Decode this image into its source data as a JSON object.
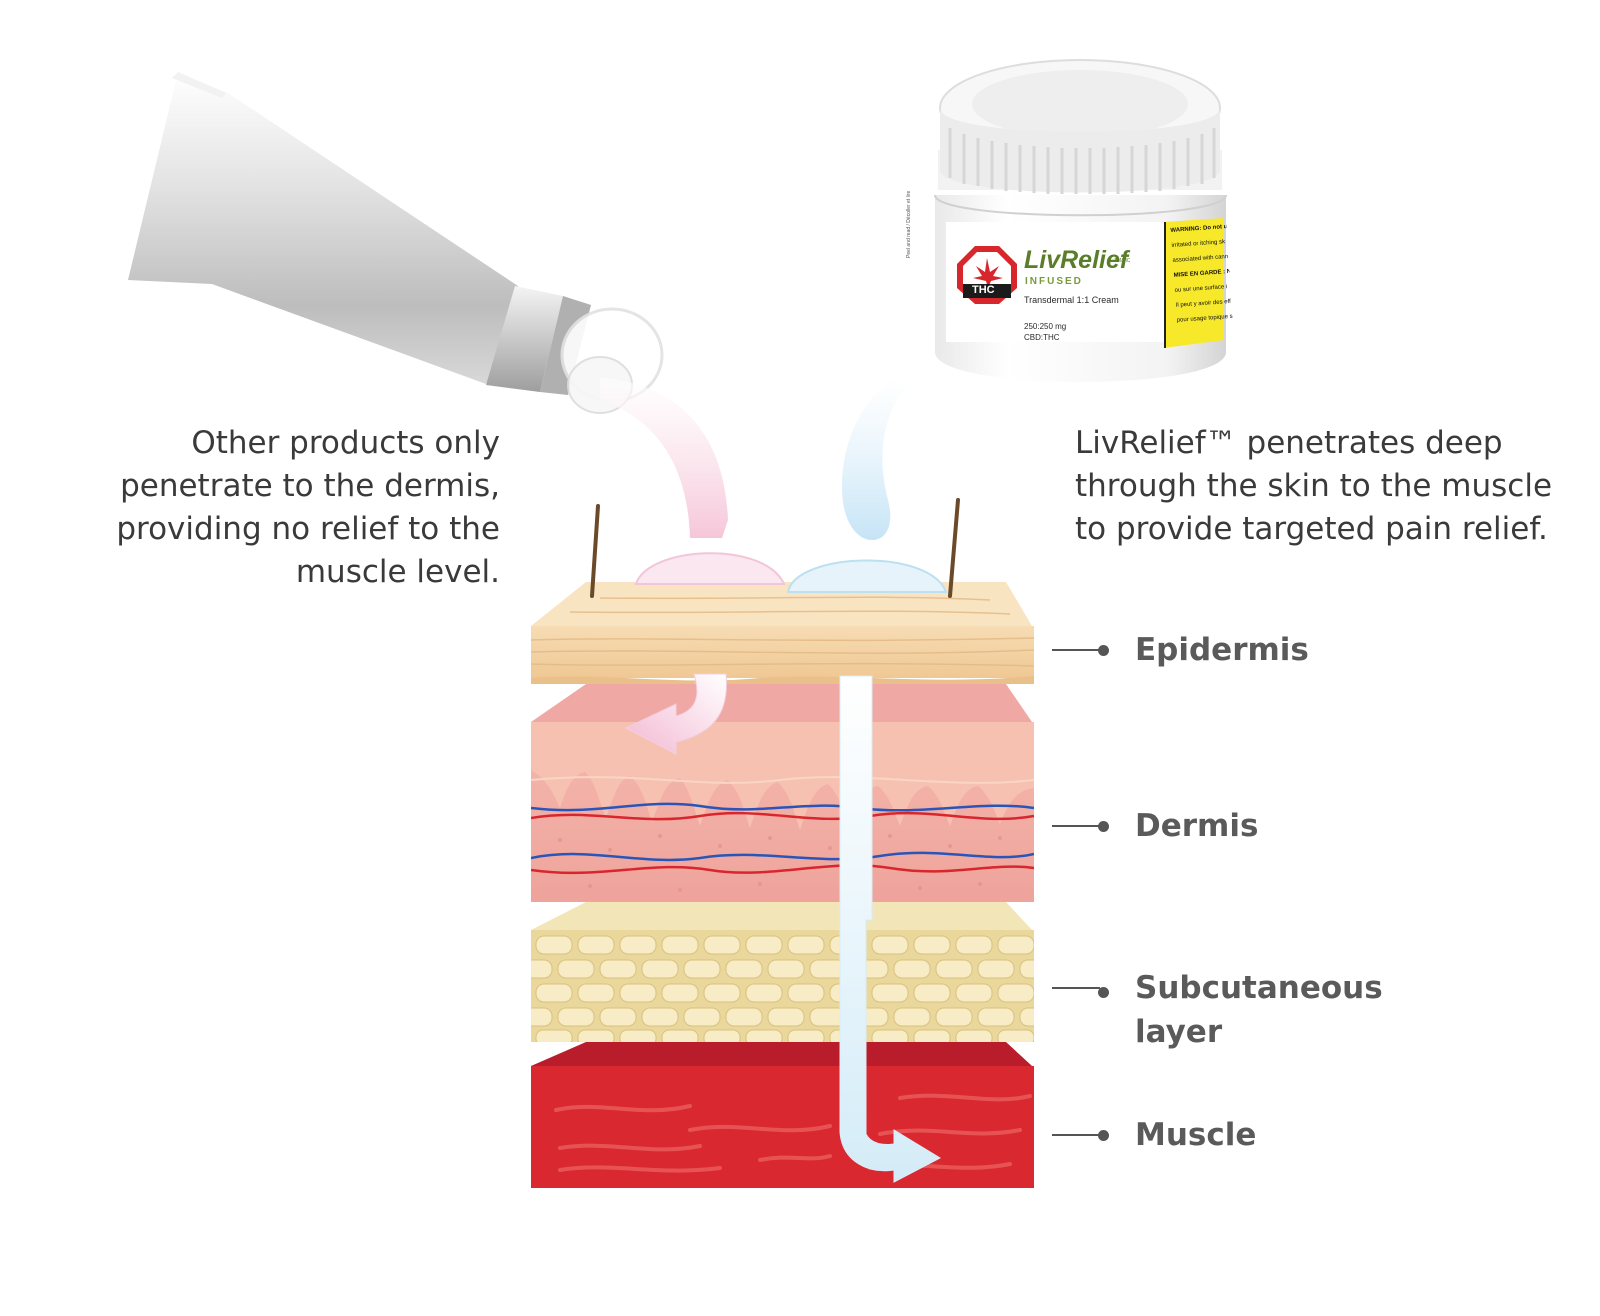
{
  "captions": {
    "left_lines": [
      "Other products only",
      "penetrate to the dermis,",
      "providing no relief to the",
      "muscle level."
    ],
    "right_lines": [
      "LivRelief™ penetrates deep",
      "through the skin to the muscle",
      "to provide targeted pain relief."
    ]
  },
  "layers": {
    "epidermis": "Epidermis",
    "dermis": "Dermis",
    "subcutaneous_lines": [
      "Subcutaneous",
      "layer"
    ],
    "muscle": "Muscle"
  },
  "jar": {
    "brand": "LivRelief",
    "tm": "TM/MC",
    "infused": "INFUSED",
    "product": "Transdermal 1:1 Cream",
    "dose": "250:250 mg",
    "ratio": "CBD:THC",
    "thc_badge": "THC",
    "warning_lines": [
      "WARNING: Do not us",
      "irritated or itching sk",
      "associated with cannab",
      "MISE EN GARDE : Ne",
      "ou sur une surface i",
      "Il peut y avoir des eff",
      "pour usage topique se"
    ],
    "side_text": "Peel and read / Décoller et lire"
  },
  "colors": {
    "epidermis": "#f3d3a6",
    "dermis": "#f0a7a0",
    "subcutaneous": "#efe0a8",
    "muscle": "#d9282f",
    "brand_green": "#5a7d2a",
    "thc_red": "#d7262c",
    "warning_yellow": "#f7e92a"
  }
}
